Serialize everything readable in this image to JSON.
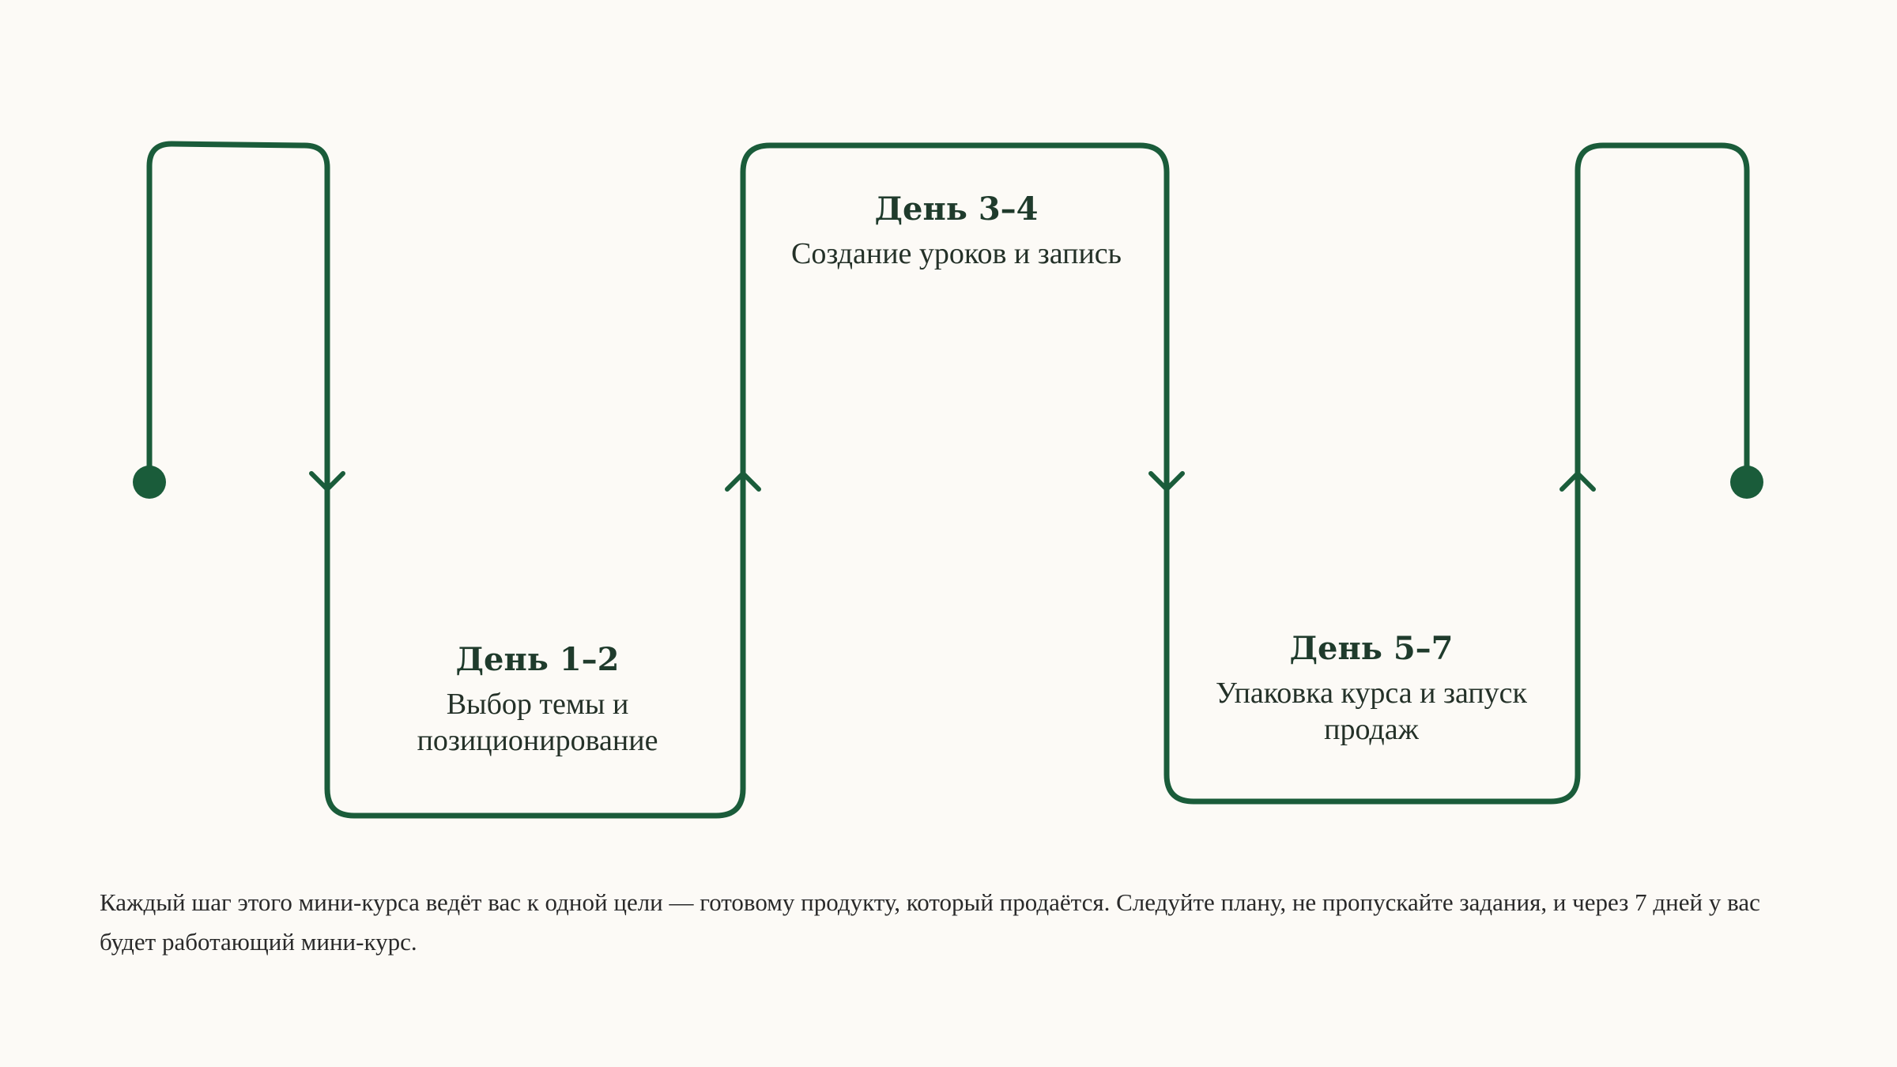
{
  "colors": {
    "background": "#fcfaf6",
    "path": "#1a5c3a",
    "heading": "#1f3b2c",
    "text": "#2a2a2a"
  },
  "steps": [
    {
      "day": "День 1–2",
      "description": "Выбор темы и позиционирование"
    },
    {
      "day": "День 3–4",
      "description": "Создание уроков и запись"
    },
    {
      "day": "День 5–7",
      "description": "Упаковка курса и запуск продаж"
    }
  ],
  "caption": "Каждый шаг этого мини-курса ведёт вас к одной цели — готовому продукту, который продаётся. Следуйте плану, не пропускайте задания, и через 7 дней у вас будет работающий мини-курс."
}
